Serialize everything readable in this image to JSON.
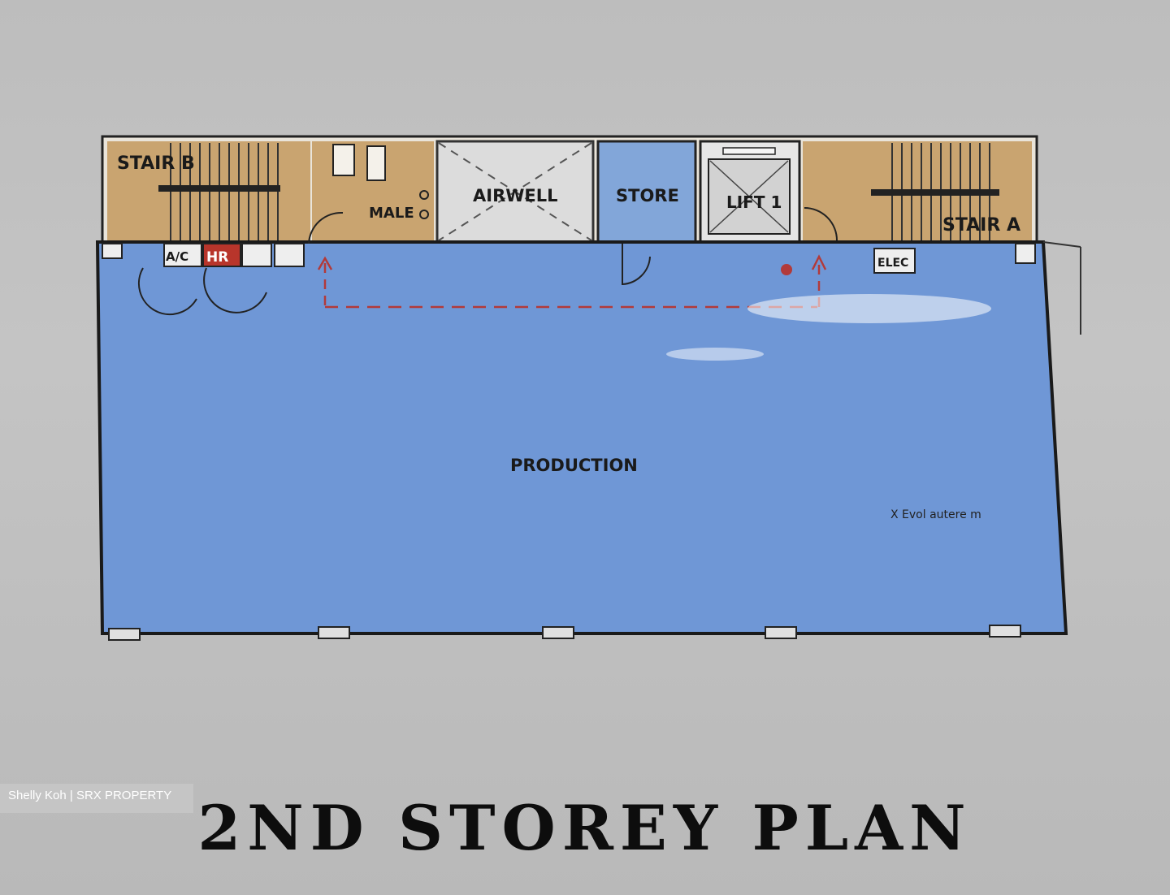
{
  "title": "2ND STOREY PLAN",
  "watermark": "Shelly Koh | SRX PROPERTY",
  "rooms": {
    "stair_b": "STAIR B",
    "male": "MALE",
    "airwell": "AIRWELL",
    "store": "STORE",
    "lift": "LIFT 1",
    "stair_a": "STAIR A",
    "ac": "A/C",
    "hr": "HR",
    "elec": "ELEC",
    "production": "PRODUCTION"
  },
  "note": "X Evol autere m",
  "colors": {
    "production_blue": "#6f97d6",
    "store_blue": "#82a6d9",
    "stair_tan": "#c9a470",
    "hr_red": "#b8352b",
    "airwell_grey": "#d9d9d9",
    "route_red": "#b23a3a"
  }
}
